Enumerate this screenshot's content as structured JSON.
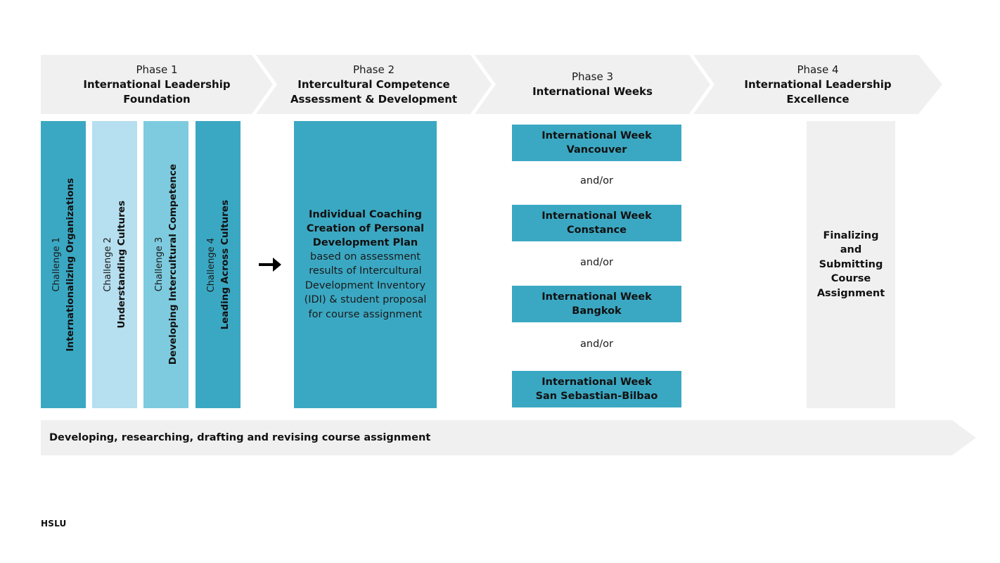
{
  "phases": [
    {
      "number": "Phase 1",
      "title": "International Leadership Foundation"
    },
    {
      "number": "Phase 2",
      "title": "Intercultural Competence Assessment & Development"
    },
    {
      "number": "Phase 3",
      "title": "International Weeks"
    },
    {
      "number": "Phase 4",
      "title": "International Leadership Excellence"
    }
  ],
  "challenges": [
    {
      "number": "Challenge 1",
      "name": "Internationalizing Organizations",
      "color": "#3ba8c3"
    },
    {
      "number": "Challenge 2",
      "name": "Understanding Cultures",
      "color": "#b6dff0"
    },
    {
      "number": "Challenge 3",
      "name": "Developing Intercultural Competence",
      "color": "#7ecbdf"
    },
    {
      "number": "Challenge 4",
      "name": "Leading Across Cultures",
      "color": "#3ba8c3"
    }
  ],
  "arrow": {
    "glyph": "→"
  },
  "phase2_block": {
    "heading_lines": [
      "Individual Coaching",
      "Creation of Personal",
      "Development Plan"
    ],
    "body": "based on assessment results of Intercultural Development Inventory (IDI) & student proposal for course assignment",
    "color": "#3ba8c3"
  },
  "international_weeks": {
    "boxes": [
      {
        "line1": "International Week",
        "line2": "Vancouver"
      },
      {
        "line1": "International Week",
        "line2": "Constance"
      },
      {
        "line1": "International Week",
        "line2": "Bangkok"
      },
      {
        "line1": "International Week",
        "line2": "San Sebastian-Bilbao"
      }
    ],
    "connector_label": "and/or",
    "color": "#3ba8c3"
  },
  "phase4_block": {
    "lines": [
      "Finalizing",
      "and",
      "Submitting",
      "Course",
      "Assignment"
    ],
    "color": "#f0f0f0"
  },
  "bottom_banner": {
    "label": "Developing, researching, drafting and revising course assignment",
    "color": "#f0f0f0"
  },
  "logo": {
    "text": "HSLU"
  },
  "theme": {
    "background": "#ffffff",
    "band_gray": "#f0f0f0",
    "teal": "#3ba8c3",
    "text": "#111111"
  }
}
